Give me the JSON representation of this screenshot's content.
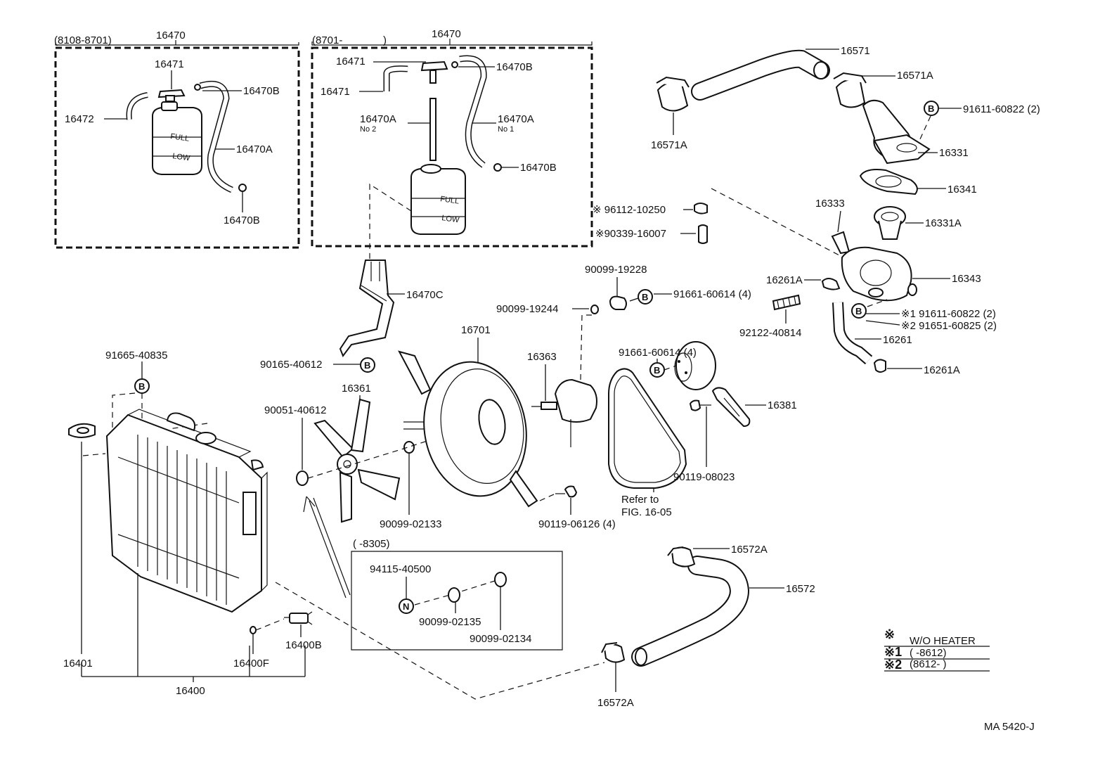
{
  "kit_left": {
    "range": "(8108-8701)",
    "assy": "16470",
    "cap": "16471",
    "hose_short": "16472",
    "clamp_top": "16470B",
    "hose_long": "16470A",
    "clamp_bottom": "16470B",
    "tank_full": "FULL",
    "tank_low": "LOW"
  },
  "kit_right": {
    "range": "(8701-",
    "range_close": ")",
    "assy": "16470",
    "cap": "16471",
    "hose_short": "16471",
    "clamp_top": "16470B",
    "tube_no2": "16470A",
    "tube_no2_sub": "No 2",
    "hose_no1": "16470A",
    "hose_no1_sub": "No 1",
    "clamp_bottom": "16470B",
    "tank_full": "FULL",
    "tank_low": "LOW"
  },
  "parts": {
    "p16470C": "16470C",
    "p90165": "90165-40612",
    "p91665": "91665-40835",
    "p16361": "16361",
    "p90051": "90051-40612",
    "p90099_02133": "90099-02133",
    "p16701": "16701",
    "p16363": "16363",
    "p90099_19244": "90099-19244",
    "p90099_19228": "90099-19228",
    "p91661_top": "91661-60614 (4)",
    "p91661_pulley": "91661-60614 (4)",
    "p90119_06126": "90119-06126 (4)",
    "refer_line1": "Refer to",
    "refer_line2": "FIG. 16-05",
    "p90119_08023": "90119-08023",
    "p16381": "16381",
    "p16571": "16571",
    "p16571A_r": "16571A",
    "p16571A_l": "16571A",
    "p91611_60822": "91611-60822 (2)",
    "p16331": "16331",
    "p16341": "16341",
    "p96112": "※ 96112-10250",
    "p90339": "※90339-16007",
    "p16333": "16333",
    "p16331A": "16331A",
    "p16261A_top": "16261A",
    "p16343": "16343",
    "p92122": "92122-40814",
    "p91611_x1": "※1 91611-60822 (2)",
    "p91651_x2": "※2 91651-60825 (2)",
    "p16261": "16261",
    "p16261A_bot": "16261A",
    "p16572A_top": "16572A",
    "p16572": "16572",
    "p16572A_bot": "16572A",
    "p16401": "16401",
    "p16400F": "16400F",
    "p16400B": "16400B",
    "p16400": "16400"
  },
  "inset": {
    "range": "(      -8305)",
    "p94115": "94115-40500",
    "p90099_02135": "90099-02135",
    "p90099_02134": "90099-02134"
  },
  "markers": {
    "bolt": "B",
    "nut": "N"
  },
  "legend": {
    "x": "※",
    "x_text": "W/O HEATER",
    "x1": "※1",
    "x1_text": "(      -8612)",
    "x2": "※2",
    "x2_text": "(8612-        )"
  },
  "code": "MA 5420-J"
}
